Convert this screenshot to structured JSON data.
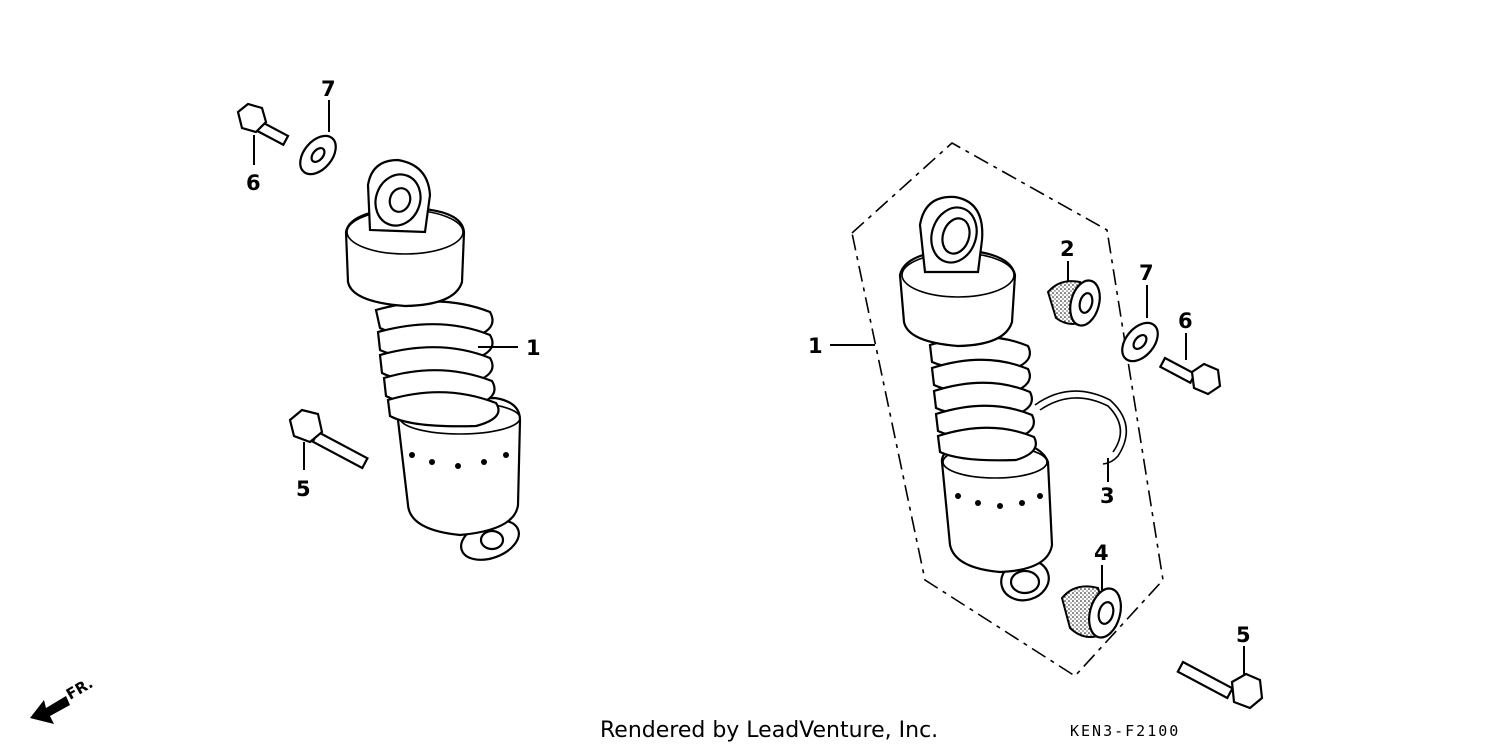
{
  "diagram": {
    "left_assembly": {
      "callouts": {
        "shock": "1",
        "bolt_lower": "5",
        "bolt_upper": "6",
        "washer": "7"
      }
    },
    "right_assembly": {
      "callouts": {
        "shock": "1",
        "bushing_upper": "2",
        "clip": "3",
        "bushing_lower": "4",
        "bolt_lower": "5",
        "bolt_upper": "6",
        "washer": "7"
      }
    },
    "front_arrow_label": "FR.",
    "credit": "Rendered by LeadVenture, Inc.",
    "diagram_code": "KEN3-F2100"
  }
}
